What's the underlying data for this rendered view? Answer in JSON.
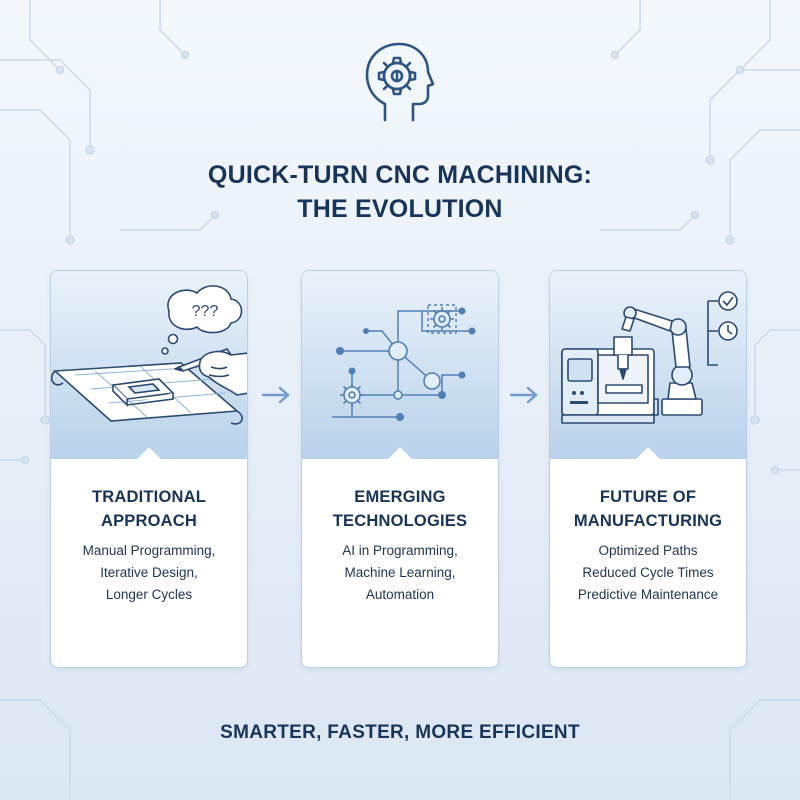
{
  "header": {
    "icon": "head-gear-icon",
    "title_line1": "QUICK-TURN CNC MACHINING:",
    "title_line2": "THE EVOLUTION"
  },
  "cards": [
    {
      "icon": "hand-drawing-blueprint-icon",
      "bubble_text": "???",
      "title_line1": "TRADITIONAL",
      "title_line2": "APPROACH",
      "lines": [
        "Manual Programming,",
        "Iterative Design,",
        "Longer Cycles"
      ]
    },
    {
      "icon": "circuit-network-gears-icon",
      "title_line1": "EMERGING",
      "title_line2": "TECHNOLOGIES",
      "lines": [
        "AI in Programming,",
        "Machine Learning,",
        "Automation"
      ]
    },
    {
      "icon": "cnc-machine-robot-arm-icon",
      "title_line1": "FUTURE OF",
      "title_line2": "MANUFACTURING",
      "lines": [
        "Optimized Paths",
        "Reduced Cycle Times",
        "Predictive Maintenance"
      ]
    }
  ],
  "arrows": [
    "arrow-right-icon",
    "arrow-right-icon"
  ],
  "tagline": "SMARTER, FASTER, MORE EFFICIENT",
  "colors": {
    "primary": "#17345a",
    "accent": "#3f78b0",
    "light_accent": "#8fb3d8",
    "background": "#e6eef7"
  }
}
